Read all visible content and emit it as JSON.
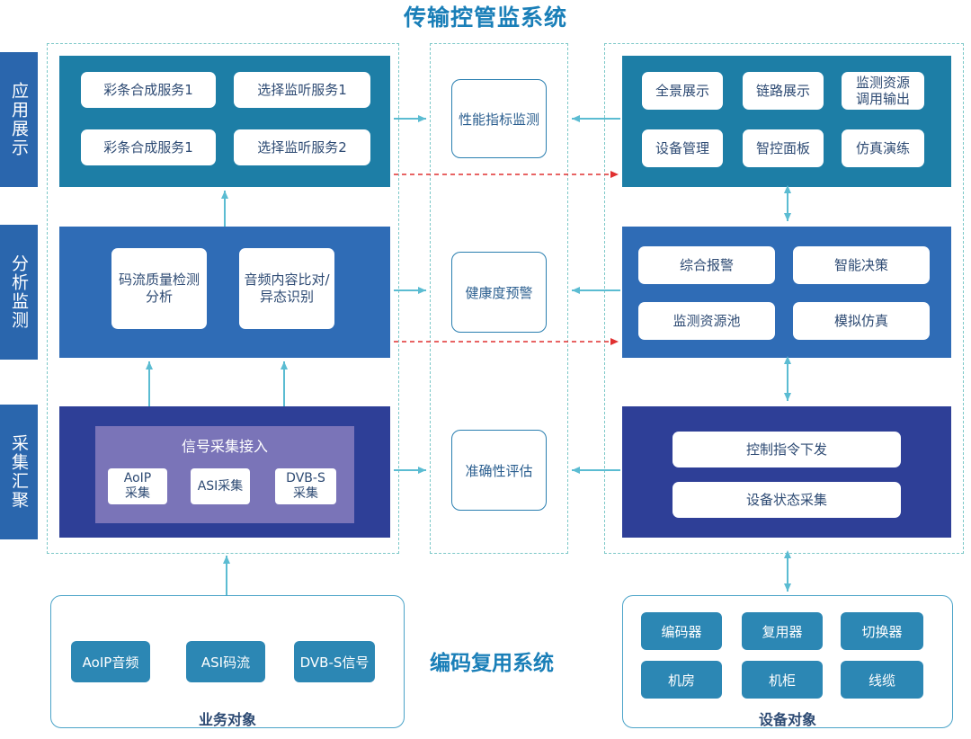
{
  "title": "传输控管监系统",
  "side_tabs": [
    "应用展示",
    "分析监测",
    "采集汇聚"
  ],
  "app_left": [
    "彩条合成服务1",
    "选择监听服务1",
    "彩条合成服务1",
    "选择监听服务2"
  ],
  "analysis_left": [
    "码流质量检测\n分析",
    "音频内容比对/\n异态识别"
  ],
  "collect_left": {
    "title": "信号采集接入",
    "items": [
      "AoIP\n采集",
      "ASI采集",
      "DVB-S\n采集"
    ]
  },
  "center": [
    "性能指标监测",
    "健康度预警",
    "准确性评估"
  ],
  "app_right": [
    "全景展示",
    "链路展示",
    "监测资源\n调用输出",
    "设备管理",
    "智控面板",
    "仿真演练"
  ],
  "analysis_right": [
    "综合报警",
    "智能决策",
    "监测资源池",
    "模拟仿真"
  ],
  "collect_right": [
    "控制指令下发",
    "设备状态采集"
  ],
  "business_objects": {
    "label": "业务对象",
    "items": [
      "AoIP音频",
      "ASI码流",
      "DVB-S信号"
    ]
  },
  "middle_label": "编码复用系统",
  "device_objects": {
    "label": "设备对象",
    "items": [
      "编码器",
      "复用器",
      "切换器",
      "机房",
      "机柜",
      "线缆"
    ]
  },
  "colors": {
    "title": "#1a7fb8",
    "teal_panel": "#1d7ea6",
    "blue_panel": "#2f6cb6",
    "navy_panel": "#2e3f97",
    "dashed_border": "#7cc8c8",
    "arrow": "#5bbcd2",
    "dashed_arrow": "#e03030"
  }
}
